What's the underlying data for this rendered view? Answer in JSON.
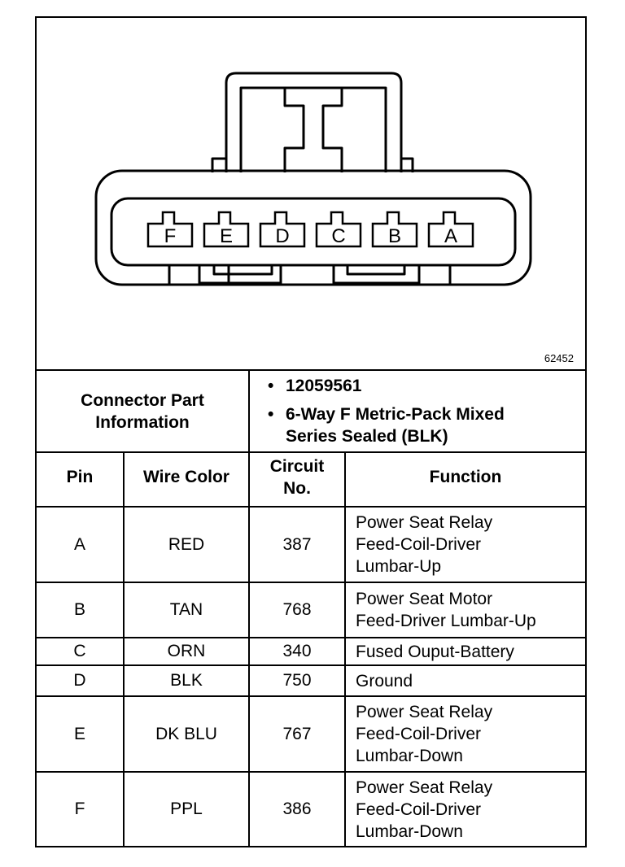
{
  "diagram": {
    "figure_number": "62452",
    "cavities": [
      "F",
      "E",
      "D",
      "C",
      "B",
      "A"
    ]
  },
  "connector_info": {
    "label_lines": [
      "Connector Part",
      "Information"
    ],
    "items": [
      {
        "lines": [
          "12059561"
        ]
      },
      {
        "lines": [
          "6-Way F Metric-Pack Mixed",
          "Series Sealed (BLK)"
        ]
      }
    ]
  },
  "table": {
    "headers": {
      "pin": "Pin",
      "wire_color": "Wire Color",
      "circuit_lines": [
        "Circuit",
        "No."
      ],
      "function": "Function"
    },
    "rows": [
      {
        "pin": "A",
        "wire_color": "RED",
        "circuit": "387",
        "function_lines": [
          "Power Seat Relay",
          "Feed-Coil-Driver",
          "Lumbar-Up"
        ]
      },
      {
        "pin": "B",
        "wire_color": "TAN",
        "circuit": "768",
        "function_lines": [
          "Power Seat Motor",
          "Feed-Driver Lumbar-Up"
        ]
      },
      {
        "pin": "C",
        "wire_color": "ORN",
        "circuit": "340",
        "function_lines": [
          "Fused Ouput-Battery"
        ]
      },
      {
        "pin": "D",
        "wire_color": "BLK",
        "circuit": "750",
        "function_lines": [
          "Ground"
        ]
      },
      {
        "pin": "E",
        "wire_color": "DK BLU",
        "circuit": "767",
        "function_lines": [
          "Power Seat Relay",
          "Feed-Coil-Driver",
          "Lumbar-Down"
        ]
      },
      {
        "pin": "F",
        "wire_color": "PPL",
        "circuit": "386",
        "function_lines": [
          "Power Seat Relay",
          "Feed-Coil-Driver",
          "Lumbar-Down"
        ]
      }
    ]
  }
}
